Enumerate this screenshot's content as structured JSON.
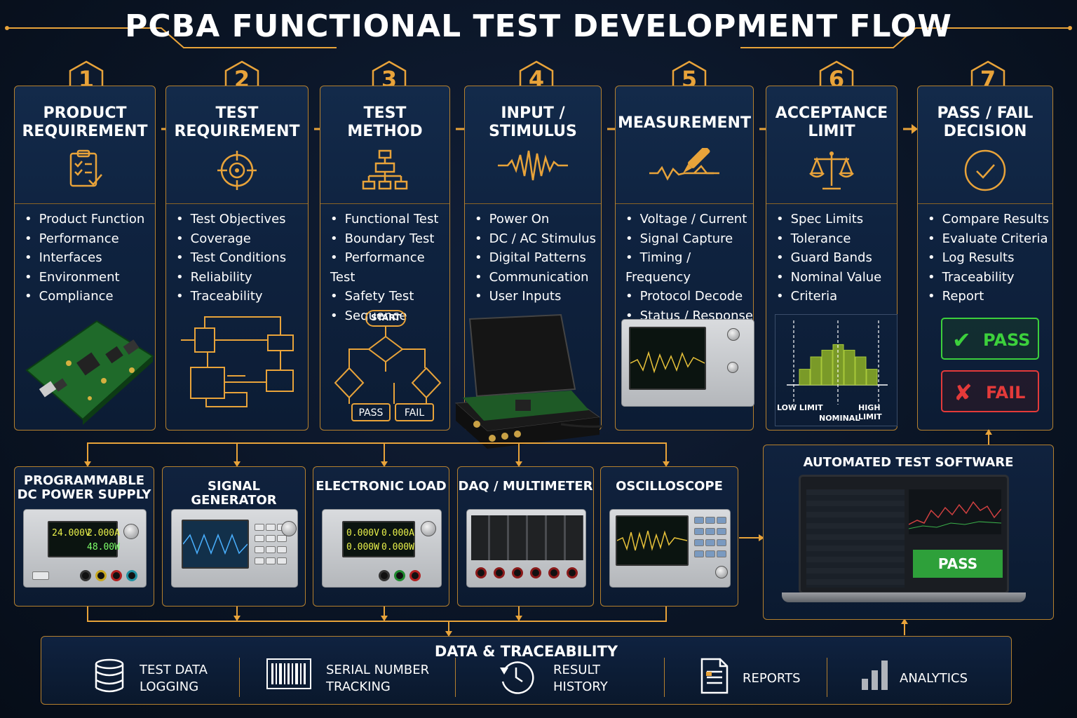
{
  "title": "PCBA FUNCTIONAL TEST DEVELOPMENT FLOW",
  "colors": {
    "accent": "#e8a33a",
    "background": "#0a1424",
    "pass": "#3cd03c",
    "fail": "#e43a3a"
  },
  "steps": [
    {
      "number": "1",
      "title_line1": "PRODUCT",
      "title_line2": "REQUIREMENT",
      "icon": "checklist-icon",
      "items": [
        "Product Function",
        "Performance",
        "Interfaces",
        "Environment",
        "Compliance"
      ]
    },
    {
      "number": "2",
      "title_line1": "TEST",
      "title_line2": "REQUIREMENT",
      "icon": "target-icon",
      "items": [
        "Test Objectives",
        "Coverage",
        "Test Conditions",
        "Reliability",
        "Traceability"
      ]
    },
    {
      "number": "3",
      "title_line1": "TEST",
      "title_line2": "METHOD",
      "icon": "flowchart-icon",
      "items": [
        "Functional Test",
        "Boundary Test",
        "Performance Test",
        "Safety Test",
        "Sequence"
      ]
    },
    {
      "number": "4",
      "title_line1": "INPUT /",
      "title_line2": "STIMULUS",
      "icon": "waveform-icon",
      "items": [
        "Power On",
        "DC / AC Stimulus",
        "Digital Patterns",
        "Communication",
        "User Inputs"
      ]
    },
    {
      "number": "5",
      "title_line1": "MEASUREMENT",
      "title_line2": "",
      "icon": "probe-icon",
      "items": [
        "Voltage / Current",
        "Signal Capture",
        "Timing / Frequency",
        "Protocol Decode",
        "Status / Response"
      ]
    },
    {
      "number": "6",
      "title_line1": "ACCEPTANCE",
      "title_line2": "LIMIT",
      "icon": "scale-icon",
      "items": [
        "Spec Limits",
        "Tolerance",
        "Guard Bands",
        "Nominal Value",
        "Criteria"
      ]
    },
    {
      "number": "7",
      "title_line1": "PASS / FAIL",
      "title_line2": "DECISION",
      "icon": "checkmark-circle-icon",
      "items": [
        "Compare Results",
        "Evaluate Criteria",
        "Log Results",
        "Traceability",
        "Report"
      ]
    }
  ],
  "method_flow": {
    "start": "START",
    "pass": "PASS",
    "fail": "FAIL"
  },
  "limits_chart": {
    "low": "LOW LIMIT",
    "nominal": "NOMINAL",
    "high": "HIGH LIMIT",
    "bars": [
      0.28,
      0.5,
      0.62,
      0.72,
      0.62,
      0.5,
      0.28
    ]
  },
  "decision": {
    "pass": "PASS",
    "fail": "FAIL"
  },
  "instruments": [
    {
      "title_line1": "PROGRAMMABLE",
      "title_line2": "DC POWER SUPPLY",
      "readout_v": "24.000V",
      "readout_a": "2.000A",
      "readout_w": "48.00W"
    },
    {
      "title_line1": "SIGNAL GENERATOR",
      "title_line2": ""
    },
    {
      "title_line1": "ELECTRONIC LOAD",
      "title_line2": "",
      "readout_1": "0.000V",
      "readout_2": "0.000A",
      "readout_3": "0.000W",
      "readout_4": "0.000W"
    },
    {
      "title_line1": "DAQ / MULTIMETER",
      "title_line2": ""
    },
    {
      "title_line1": "OSCILLOSCOPE",
      "title_line2": ""
    }
  ],
  "software": {
    "title": "AUTOMATED TEST SOFTWARE",
    "result": "PASS"
  },
  "data_traceability": {
    "title": "DATA & TRACEABILITY",
    "items": [
      {
        "line1": "TEST DATA",
        "line2": "LOGGING",
        "icon": "database-icon"
      },
      {
        "line1": "SERIAL NUMBER",
        "line2": "TRACKING",
        "icon": "barcode-icon"
      },
      {
        "line1": "RESULT",
        "line2": "HISTORY",
        "icon": "history-clock-icon"
      },
      {
        "line1": "REPORTS",
        "line2": "",
        "icon": "document-icon"
      },
      {
        "line1": "ANALYTICS",
        "line2": "",
        "icon": "bar-chart-icon"
      }
    ]
  }
}
